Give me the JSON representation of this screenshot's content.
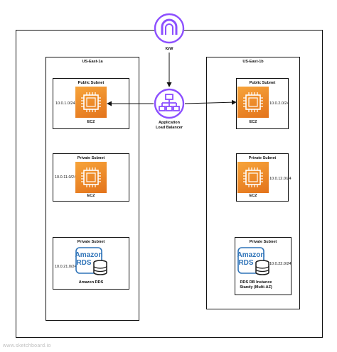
{
  "igw": {
    "label": "IGW",
    "color": "#8c4fff"
  },
  "alb": {
    "label_line1": "Application",
    "label_line2": "Load Balancer",
    "color": "#8c4fff"
  },
  "az_a": {
    "title": "US-East-1a",
    "public_subnet": {
      "title": "Public Subnet",
      "cidr": "10.0.1.0/24",
      "caption": "EC2"
    },
    "private_subnet_app": {
      "title": "Private Subnet",
      "cidr": "10.0.11.0/24",
      "caption": "EC2"
    },
    "private_subnet_db": {
      "title": "Private Subnet",
      "cidr": "10.0.21.0/24",
      "caption": "Amazon RDS",
      "logo_line1": "Amazon",
      "logo_line2": "RDS"
    }
  },
  "az_b": {
    "title": "US-East-1b",
    "public_subnet": {
      "title": "Public Subnet",
      "cidr": "10.0.2.0/24",
      "caption": "EC2"
    },
    "private_subnet_app": {
      "title": "Private Subnet",
      "cidr": "10.0.12.0/24",
      "caption": "EC2"
    },
    "private_subnet_db": {
      "title": "Private Subnet",
      "cidr": "10.0.22.0/24",
      "caption_line1": "RDS DB Instance",
      "caption_line2": "Standy (Multi-AZ)",
      "logo_line1": "Amazon",
      "logo_line2": "RDS"
    }
  },
  "watermark": "www.sketchboard.io",
  "colors": {
    "ec2_orange": "#ec7a1d",
    "rds_blue": "#2e73b8",
    "outline": "#111111"
  }
}
